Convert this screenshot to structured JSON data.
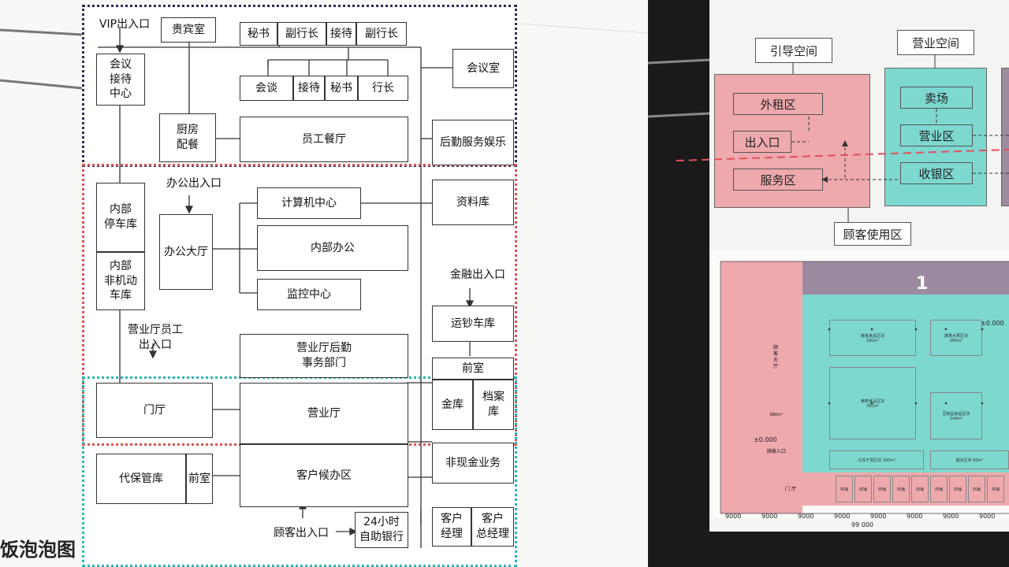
{
  "left": {
    "vip_entrance": "VIP出入口",
    "guest_room": "贵宾室",
    "top_row": [
      "秘书",
      "副行长",
      "接待",
      "副行长"
    ],
    "second_row": [
      "会谈",
      "接待",
      "秘书",
      "行长"
    ],
    "meeting_room": "会议室",
    "meeting_center": "会议\n接待\n中心",
    "kitchen": "厨房\n配餐",
    "staff_canteen": "员工餐厅",
    "logistics": "后勤服务娱乐",
    "office_entrance": "办公出入口",
    "inner_parking": "内部\n停车库",
    "inner_nonmotor": "内部\n非机动\n车库",
    "office_hall": "办公大厅",
    "computer_center": "计算机中心",
    "inner_office": "内部办公",
    "monitor_center": "监控中心",
    "archive": "资料库",
    "finance_entrance": "金融出入口",
    "cash_garage": "运钞车库",
    "staff_entrance": "营业厅员工\n出入口",
    "hall_logistics": "营业厅后勤\n事务部门",
    "anteroom": "前室",
    "vault": "金库",
    "file_room": "档案\n库",
    "lobby": "门厅",
    "business_hall": "营业厅",
    "noncash": "非现金业务",
    "safe_deposit": "代保管库",
    "anteroom2": "前室",
    "waiting_area": "客户候办区",
    "customer_entrance": "顾客出入口",
    "atm": "24小时\n自助银行",
    "manager": "客户\n经理",
    "general_manager": "客户\n总经理",
    "watermark": "饭泡泡图"
  },
  "right": {
    "guide_space": "引导空间",
    "business_space": "营业空间",
    "rental_area": "外租区",
    "entrance": "出入口",
    "service_area": "服务区",
    "sales_floor": "卖场",
    "business_area": "营业区",
    "cashier_area": "收银区",
    "customer_area": "顾客使用区",
    "plan_marker": "1",
    "dims": [
      "9000",
      "9000",
      "9000",
      "9000",
      "9000",
      "9000",
      "9000",
      "9000"
    ],
    "total_dim": "99 000",
    "level": "±0.000",
    "level2": "±0.000",
    "plan_labels": {
      "hall": "顾\n客\n大\n厅",
      "hall_area": "680m²",
      "zone1": "散装食品区块",
      "zone1_area": "160m²",
      "zone2": "蔬果水果区块",
      "zone2_area": "160m²",
      "zone3": "粮菜食品区块",
      "zone3_area": "360m²",
      "zone4": "豆制品食品区块",
      "zone4_area": "144m²",
      "zone5": "冷冻干货区块 160m²",
      "zone6": "烟冰区块 80m²",
      "shop": "商铺",
      "lobby": "门 厅",
      "customer_entrance": "顾客入口"
    }
  },
  "colors": {
    "navy_dotted": "#2a2a5a",
    "red_dotted": "#d9534f",
    "teal_dotted": "#2ab5b5",
    "pink_fill": "#eea9ad",
    "teal_fill": "#7dd8d0",
    "purple_fill": "#9c8ba0"
  }
}
